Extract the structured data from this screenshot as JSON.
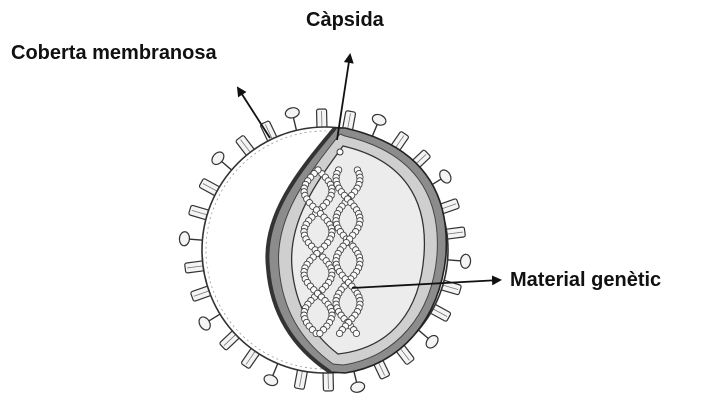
{
  "diagram": {
    "subject": "virus cross-section",
    "labels": {
      "capsid": "Càpsida",
      "envelope": "Coberta membranosa",
      "genetic_material": "Material genètic"
    },
    "colors": {
      "ink": "#111111",
      "envelope_fill": "#ffffff",
      "capsid_shell": "#8c8c8c",
      "inner_fill": "#e6e6e6",
      "spike_fill": "#f4f4f4"
    }
  }
}
